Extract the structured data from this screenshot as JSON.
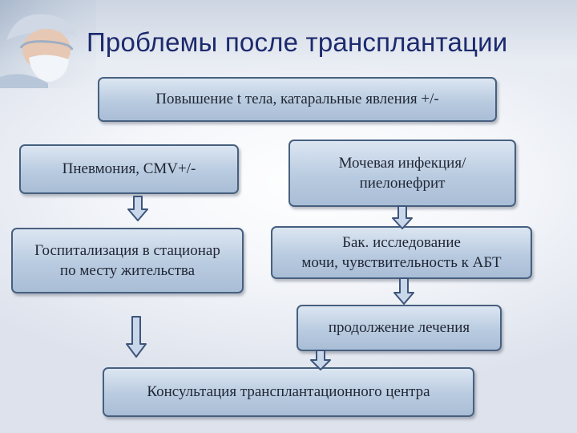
{
  "slide": {
    "title": "Проблемы после трансплантации"
  },
  "boxes": {
    "fever": "Повышение t тела, катаральные явления +/-",
    "pneumonia": "Пневмония, CMV+/-",
    "uti_line1": "Мочевая инфекция/",
    "uti_line2": "пиелонефрит",
    "hosp_line1": "Госпитализация в стационар",
    "hosp_line2": "по месту жительства",
    "bact_line1": "Бак. исследование",
    "bact_line2": "мочи, чувствительность к АБТ",
    "continue": "продолжение лечения",
    "consult": "Консультация трансплантационного центра"
  },
  "colors": {
    "title": "#1c2a6e",
    "box_fill": "#b9cbe0",
    "box_border": "#47607f",
    "arrow_fill": "#c9d7ea",
    "arrow_stroke": "#3e557a"
  },
  "photo": {
    "icon": "surgeon-photo-icon"
  }
}
